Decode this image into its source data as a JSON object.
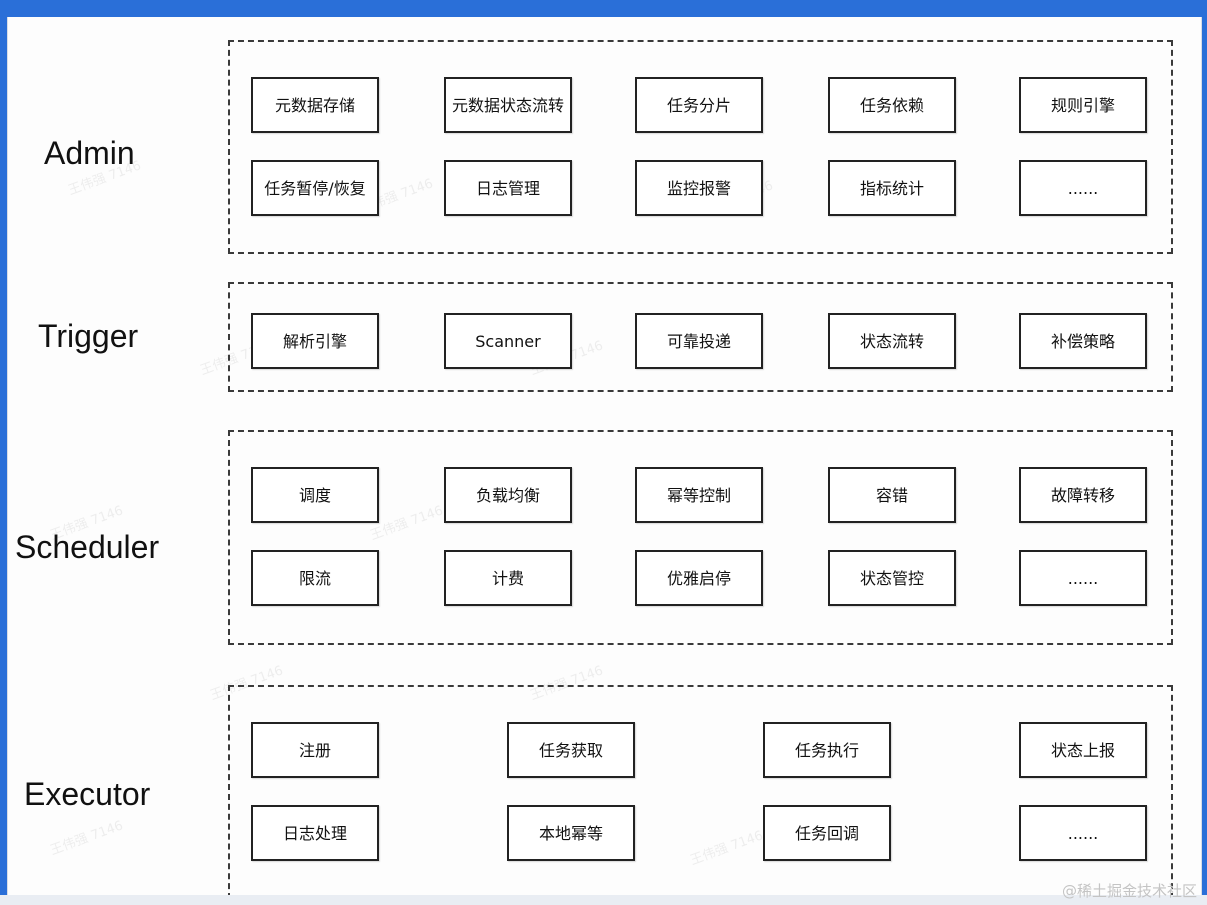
{
  "layers": [
    {
      "name": "Admin",
      "items": [
        "元数据存储",
        "元数据状态流转",
        "任务分片",
        "任务依赖",
        "规则引擎",
        "任务暂停/恢复",
        "日志管理",
        "监控报警",
        "指标统计",
        "......"
      ]
    },
    {
      "name": "Trigger",
      "items": [
        "解析引擎",
        "Scanner",
        "可靠投递",
        "状态流转",
        "补偿策略"
      ]
    },
    {
      "name": "Scheduler",
      "items": [
        "调度",
        "负载均衡",
        "幂等控制",
        "容错",
        "故障转移",
        "限流",
        "计费",
        "优雅启停",
        "状态管控",
        "......"
      ]
    },
    {
      "name": "Executor",
      "items": [
        "注册",
        "任务获取",
        "任务执行",
        "状态上报",
        "日志处理",
        "本地幂等",
        "任务回调",
        "......"
      ]
    }
  ],
  "watermark": {
    "text": "王伟强 7146",
    "footer": "@稀土掘金技术社区"
  },
  "colors": {
    "frame_background": "#2a6fd8",
    "canvas": "#fdfdfd",
    "border": "#222222"
  }
}
